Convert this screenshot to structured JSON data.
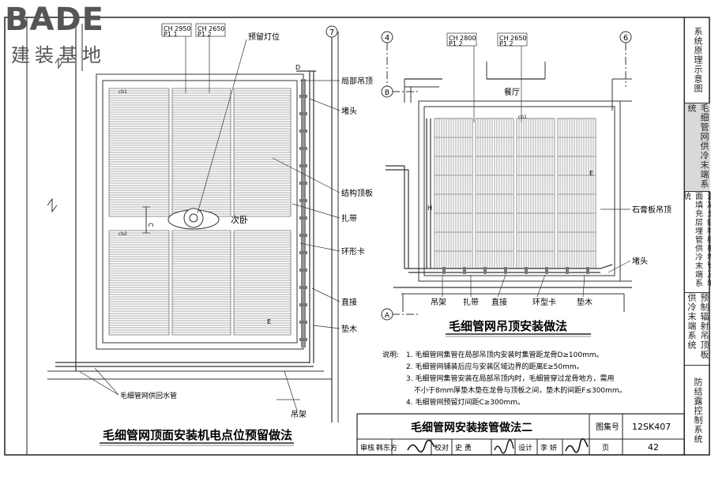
{
  "logo": {
    "brand": "BADE",
    "chinese": "建装基地"
  },
  "side_tabs": [
    {
      "label": "系统原理示意图",
      "active": false
    },
    {
      "label": "毛细管网供冷末端系统",
      "active": true
    },
    {
      "label": "混凝土结构楼板埋管及地面填充层埋管供冷末端系统",
      "active": false
    },
    {
      "label": "预制辐射吊顶板供冷末端系统",
      "active": false
    },
    {
      "label": "防结露控制系统",
      "active": false
    }
  ],
  "left_drawing": {
    "title": "毛细管网顶面安装机电点位预留做法",
    "room_label": "次卧",
    "tags": [
      {
        "line1": "CH 2950",
        "line2": "P1 1"
      },
      {
        "line1": "CH 2650",
        "line2": "P1 2"
      }
    ],
    "axis_label": "7",
    "callouts": [
      "预留灯位",
      "局部吊顶",
      "堵头",
      "结构顶板",
      "扎带",
      "环形卡",
      "直接",
      "垫木",
      "毛细管网供回水管",
      "吊架"
    ],
    "dim_letters": [
      "D",
      "C",
      "E"
    ],
    "cb_marks": [
      "cb1",
      "cb2"
    ]
  },
  "right_drawing": {
    "title": "毛细管网吊顶安装做法",
    "room_label": "餐厅",
    "tags": [
      {
        "line1": "CH 2800",
        "line2": "P1 2"
      },
      {
        "line1": "CH 2650",
        "line2": "P1 2"
      }
    ],
    "axis_labels": {
      "left": "4",
      "right": "6",
      "b": "B",
      "a": "A"
    },
    "callouts_right": [
      "石膏板吊顶",
      "堵头"
    ],
    "callouts_bottom": [
      "吊架",
      "扎带",
      "直接",
      "环型卡",
      "垫木"
    ],
    "dim_letters": [
      "E",
      "H"
    ],
    "cb_mark": "cb1"
  },
  "notes": {
    "heading": "说明:",
    "items": [
      "1. 毛细管网集管在局部吊顶内安装时集管距龙骨D≥100mm。",
      "2. 毛细管网铺装后应与安装区域边界的距离E≥50mm。",
      "3. 毛细管网集管安装在局部吊顶内时，毛细管穿过龙骨地方，需用",
      "不小于8mm厚垫木垫在龙骨与顶板之间，垫木的间距F≤300mm。",
      "4. 毛细管网预留灯间距C≥300mm。"
    ]
  },
  "title_block": {
    "main_title": "毛细管网安装接管做法二",
    "atlas_label": "图集号",
    "atlas_no": "12SK407",
    "page_label": "页",
    "page_no": "42",
    "review_label": "审核",
    "reviewer": "韩东方",
    "check_label": "校对",
    "checker": "史 勇",
    "design_label": "设计",
    "designer": "李 妍"
  }
}
